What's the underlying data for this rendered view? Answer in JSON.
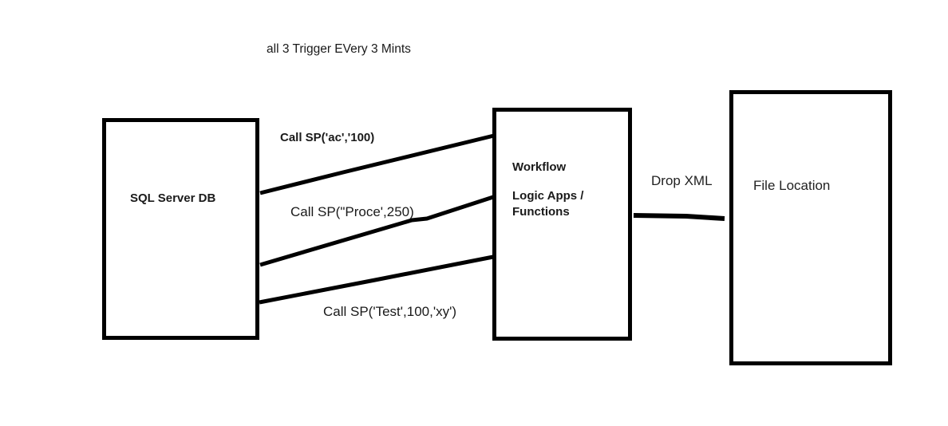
{
  "diagram": {
    "title": "all 3 Trigger EVery 3 Mints",
    "colors": {
      "background": "#ffffff",
      "stroke": "#000000",
      "text": "#1a1a1a"
    },
    "nodes": {
      "sql": {
        "label": "SQL Server DB"
      },
      "workflow": {
        "line1": "Workflow",
        "line2": "Logic Apps /",
        "line3": "Functions"
      },
      "file": {
        "label": "File Location"
      }
    },
    "edges": {
      "call1": {
        "from": "sql",
        "to": "workflow",
        "label": "Call SP('ac','100)"
      },
      "call2": {
        "from": "sql",
        "to": "workflow",
        "label": "Call SP(\"Proce',250)"
      },
      "call3": {
        "from": "sql",
        "to": "workflow",
        "label": "Call SP('Test',100,'xy')"
      },
      "drop": {
        "from": "workflow",
        "to": "file",
        "label": "Drop XML"
      }
    }
  }
}
